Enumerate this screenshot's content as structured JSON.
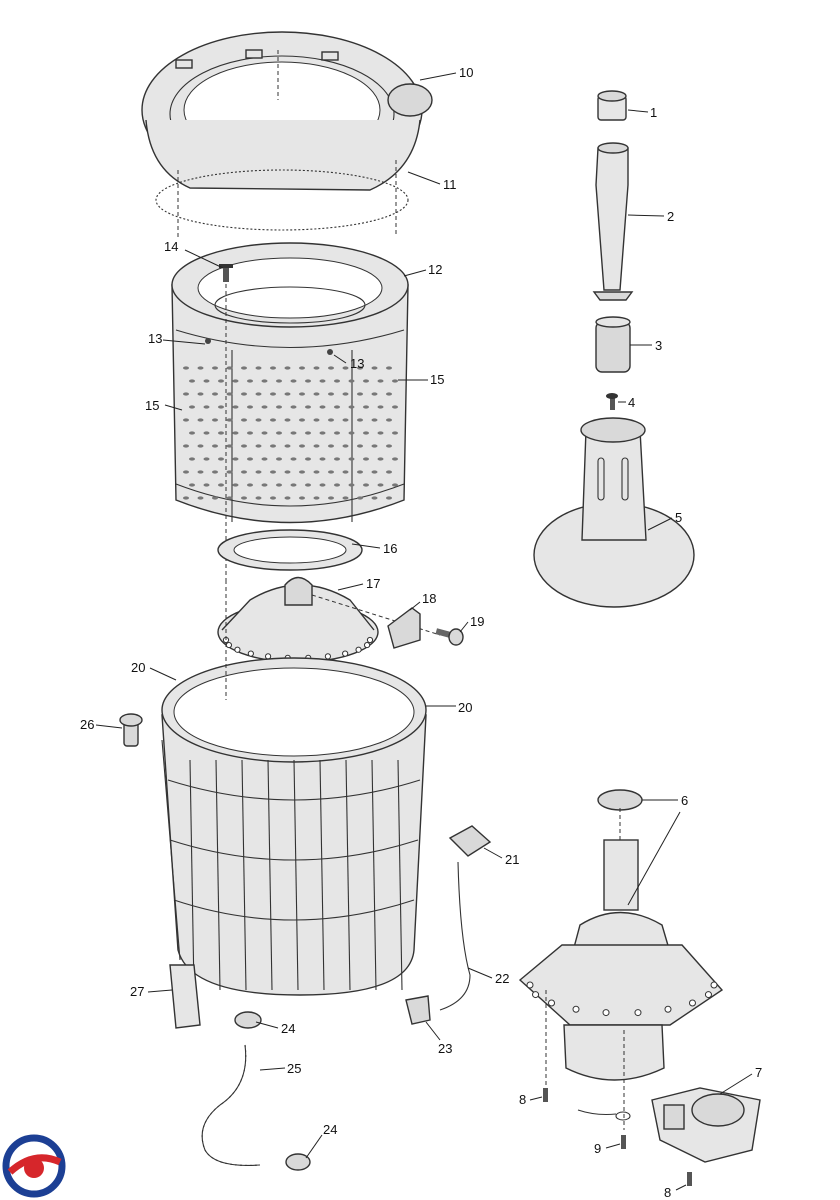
{
  "callouts": [
    {
      "id": "c1",
      "text": "1"
    },
    {
      "id": "c2",
      "text": "2"
    },
    {
      "id": "c3",
      "text": "3"
    },
    {
      "id": "c4",
      "text": "4"
    },
    {
      "id": "c5",
      "text": "5"
    },
    {
      "id": "c6",
      "text": "6"
    },
    {
      "id": "c7",
      "text": "7"
    },
    {
      "id": "c8a",
      "text": "8"
    },
    {
      "id": "c8b",
      "text": "8"
    },
    {
      "id": "c9",
      "text": "9"
    },
    {
      "id": "c10",
      "text": "10"
    },
    {
      "id": "c11",
      "text": "11"
    },
    {
      "id": "c12",
      "text": "12"
    },
    {
      "id": "c13a",
      "text": "13"
    },
    {
      "id": "c13b",
      "text": "13"
    },
    {
      "id": "c14",
      "text": "14"
    },
    {
      "id": "c15a",
      "text": "15"
    },
    {
      "id": "c15b",
      "text": "15"
    },
    {
      "id": "c16",
      "text": "16"
    },
    {
      "id": "c17",
      "text": "17"
    },
    {
      "id": "c18",
      "text": "18"
    },
    {
      "id": "c19",
      "text": "19"
    },
    {
      "id": "c20a",
      "text": "20"
    },
    {
      "id": "c20b",
      "text": "20"
    },
    {
      "id": "c21",
      "text": "21"
    },
    {
      "id": "c22",
      "text": "22"
    },
    {
      "id": "c23",
      "text": "23"
    },
    {
      "id": "c24a",
      "text": "24"
    },
    {
      "id": "c24b",
      "text": "24"
    },
    {
      "id": "c25",
      "text": "25"
    },
    {
      "id": "c26",
      "text": "26"
    },
    {
      "id": "c27",
      "text": "27"
    }
  ],
  "logo": {
    "icon": "brand-logo-icon",
    "colors": [
      "#1c3f94",
      "#d6262b"
    ]
  }
}
